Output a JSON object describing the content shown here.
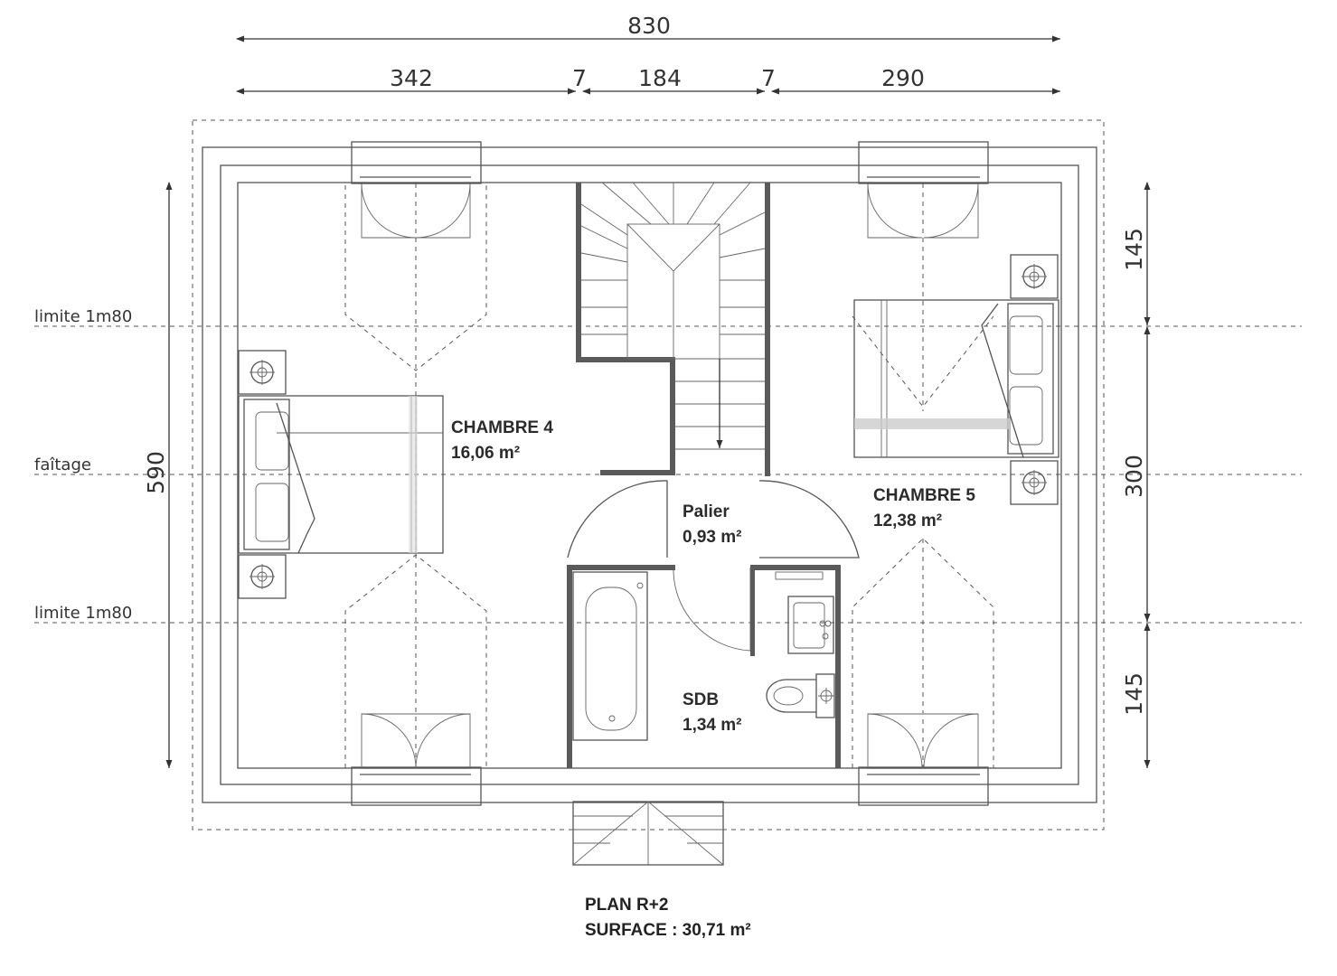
{
  "dimensions": {
    "total_width": "830",
    "segments": [
      "342",
      "7",
      "184",
      "7",
      "290"
    ],
    "height": "590",
    "right_segments": [
      "145",
      "300",
      "145"
    ]
  },
  "level_lines": {
    "top": "limite 1m80",
    "middle": "faîtage",
    "bottom": "limite 1m80"
  },
  "rooms": [
    {
      "name": "CHAMBRE 4",
      "area": "16,06 m²"
    },
    {
      "name": "Palier",
      "area": "0,93 m²"
    },
    {
      "name": "CHAMBRE 5",
      "area": "12,38 m²"
    },
    {
      "name": "SDB",
      "area": "1,34 m²"
    }
  ],
  "caption": {
    "title": "PLAN R+2",
    "surface": "SURFACE : 30,71 m²"
  },
  "colors": {
    "line": "#555555",
    "wall": "#5a5a5a",
    "text": "#2b2b2b"
  }
}
